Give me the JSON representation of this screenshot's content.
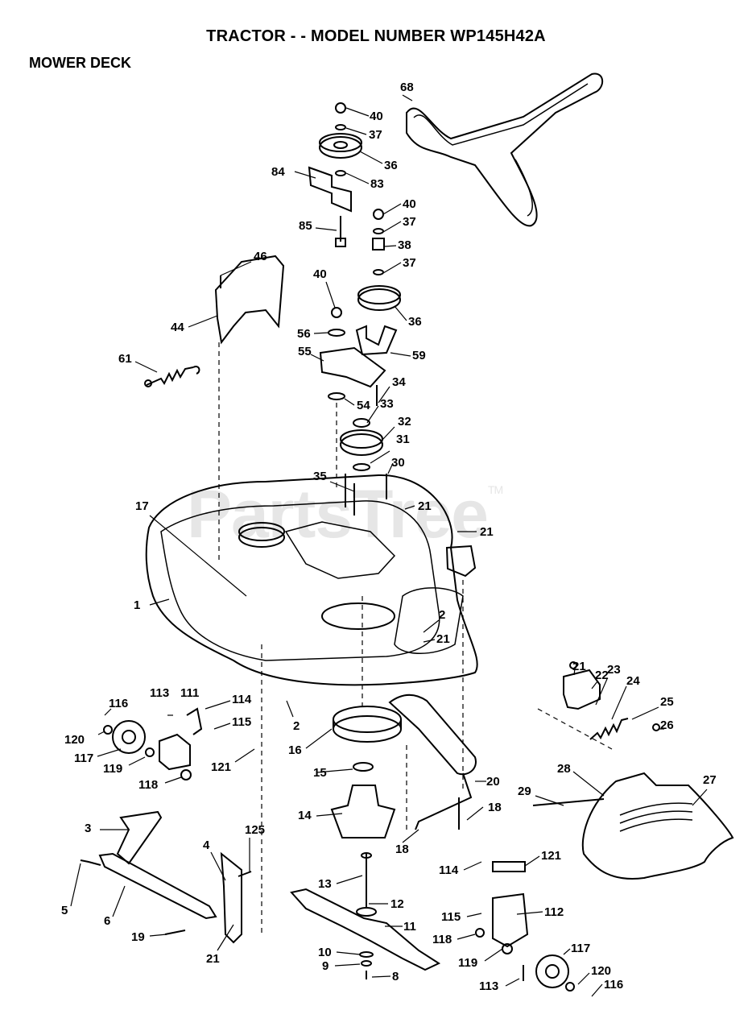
{
  "header": {
    "title": "TRACTOR - - MODEL NUMBER WP145H42A",
    "section": "MOWER DECK"
  },
  "watermark": {
    "text": "PartsTree",
    "mark": "TM"
  },
  "callouts": [
    "40",
    "37",
    "36",
    "83",
    "84",
    "85",
    "40",
    "37",
    "38",
    "37",
    "36",
    "40",
    "46",
    "44",
    "56",
    "55",
    "59",
    "61",
    "34",
    "54",
    "33",
    "32",
    "31",
    "30",
    "35",
    "17",
    "21",
    "21",
    "1",
    "2",
    "21",
    "2",
    "16",
    "15",
    "14",
    "18",
    "18",
    "20",
    "21",
    "22",
    "23",
    "24",
    "25",
    "26",
    "27",
    "28",
    "29",
    "116",
    "113",
    "111",
    "114",
    "115",
    "120",
    "117",
    "119",
    "118",
    "121",
    "3",
    "125",
    "4",
    "5",
    "6",
    "19",
    "21",
    "13",
    "12",
    "11",
    "10",
    "9",
    "8",
    "114",
    "121",
    "115",
    "112",
    "118",
    "119",
    "117",
    "120",
    "113",
    "116",
    "68"
  ]
}
